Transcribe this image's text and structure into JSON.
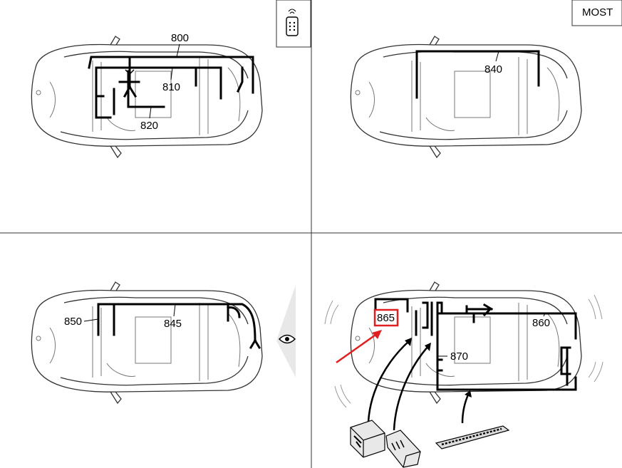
{
  "corner_label": "MOST",
  "panels": {
    "top_left": {
      "labels": [
        "800",
        "810",
        "820"
      ]
    },
    "top_right": {
      "labels": [
        "840"
      ]
    },
    "bottom_left": {
      "labels": [
        "850",
        "845"
      ]
    },
    "bottom_right": {
      "labels": [
        "865",
        "860",
        "870"
      ],
      "highlighted_label": "865",
      "highlight_color": "#e02020"
    }
  },
  "icons": [
    "remote-key-icon",
    "eye-icon"
  ]
}
